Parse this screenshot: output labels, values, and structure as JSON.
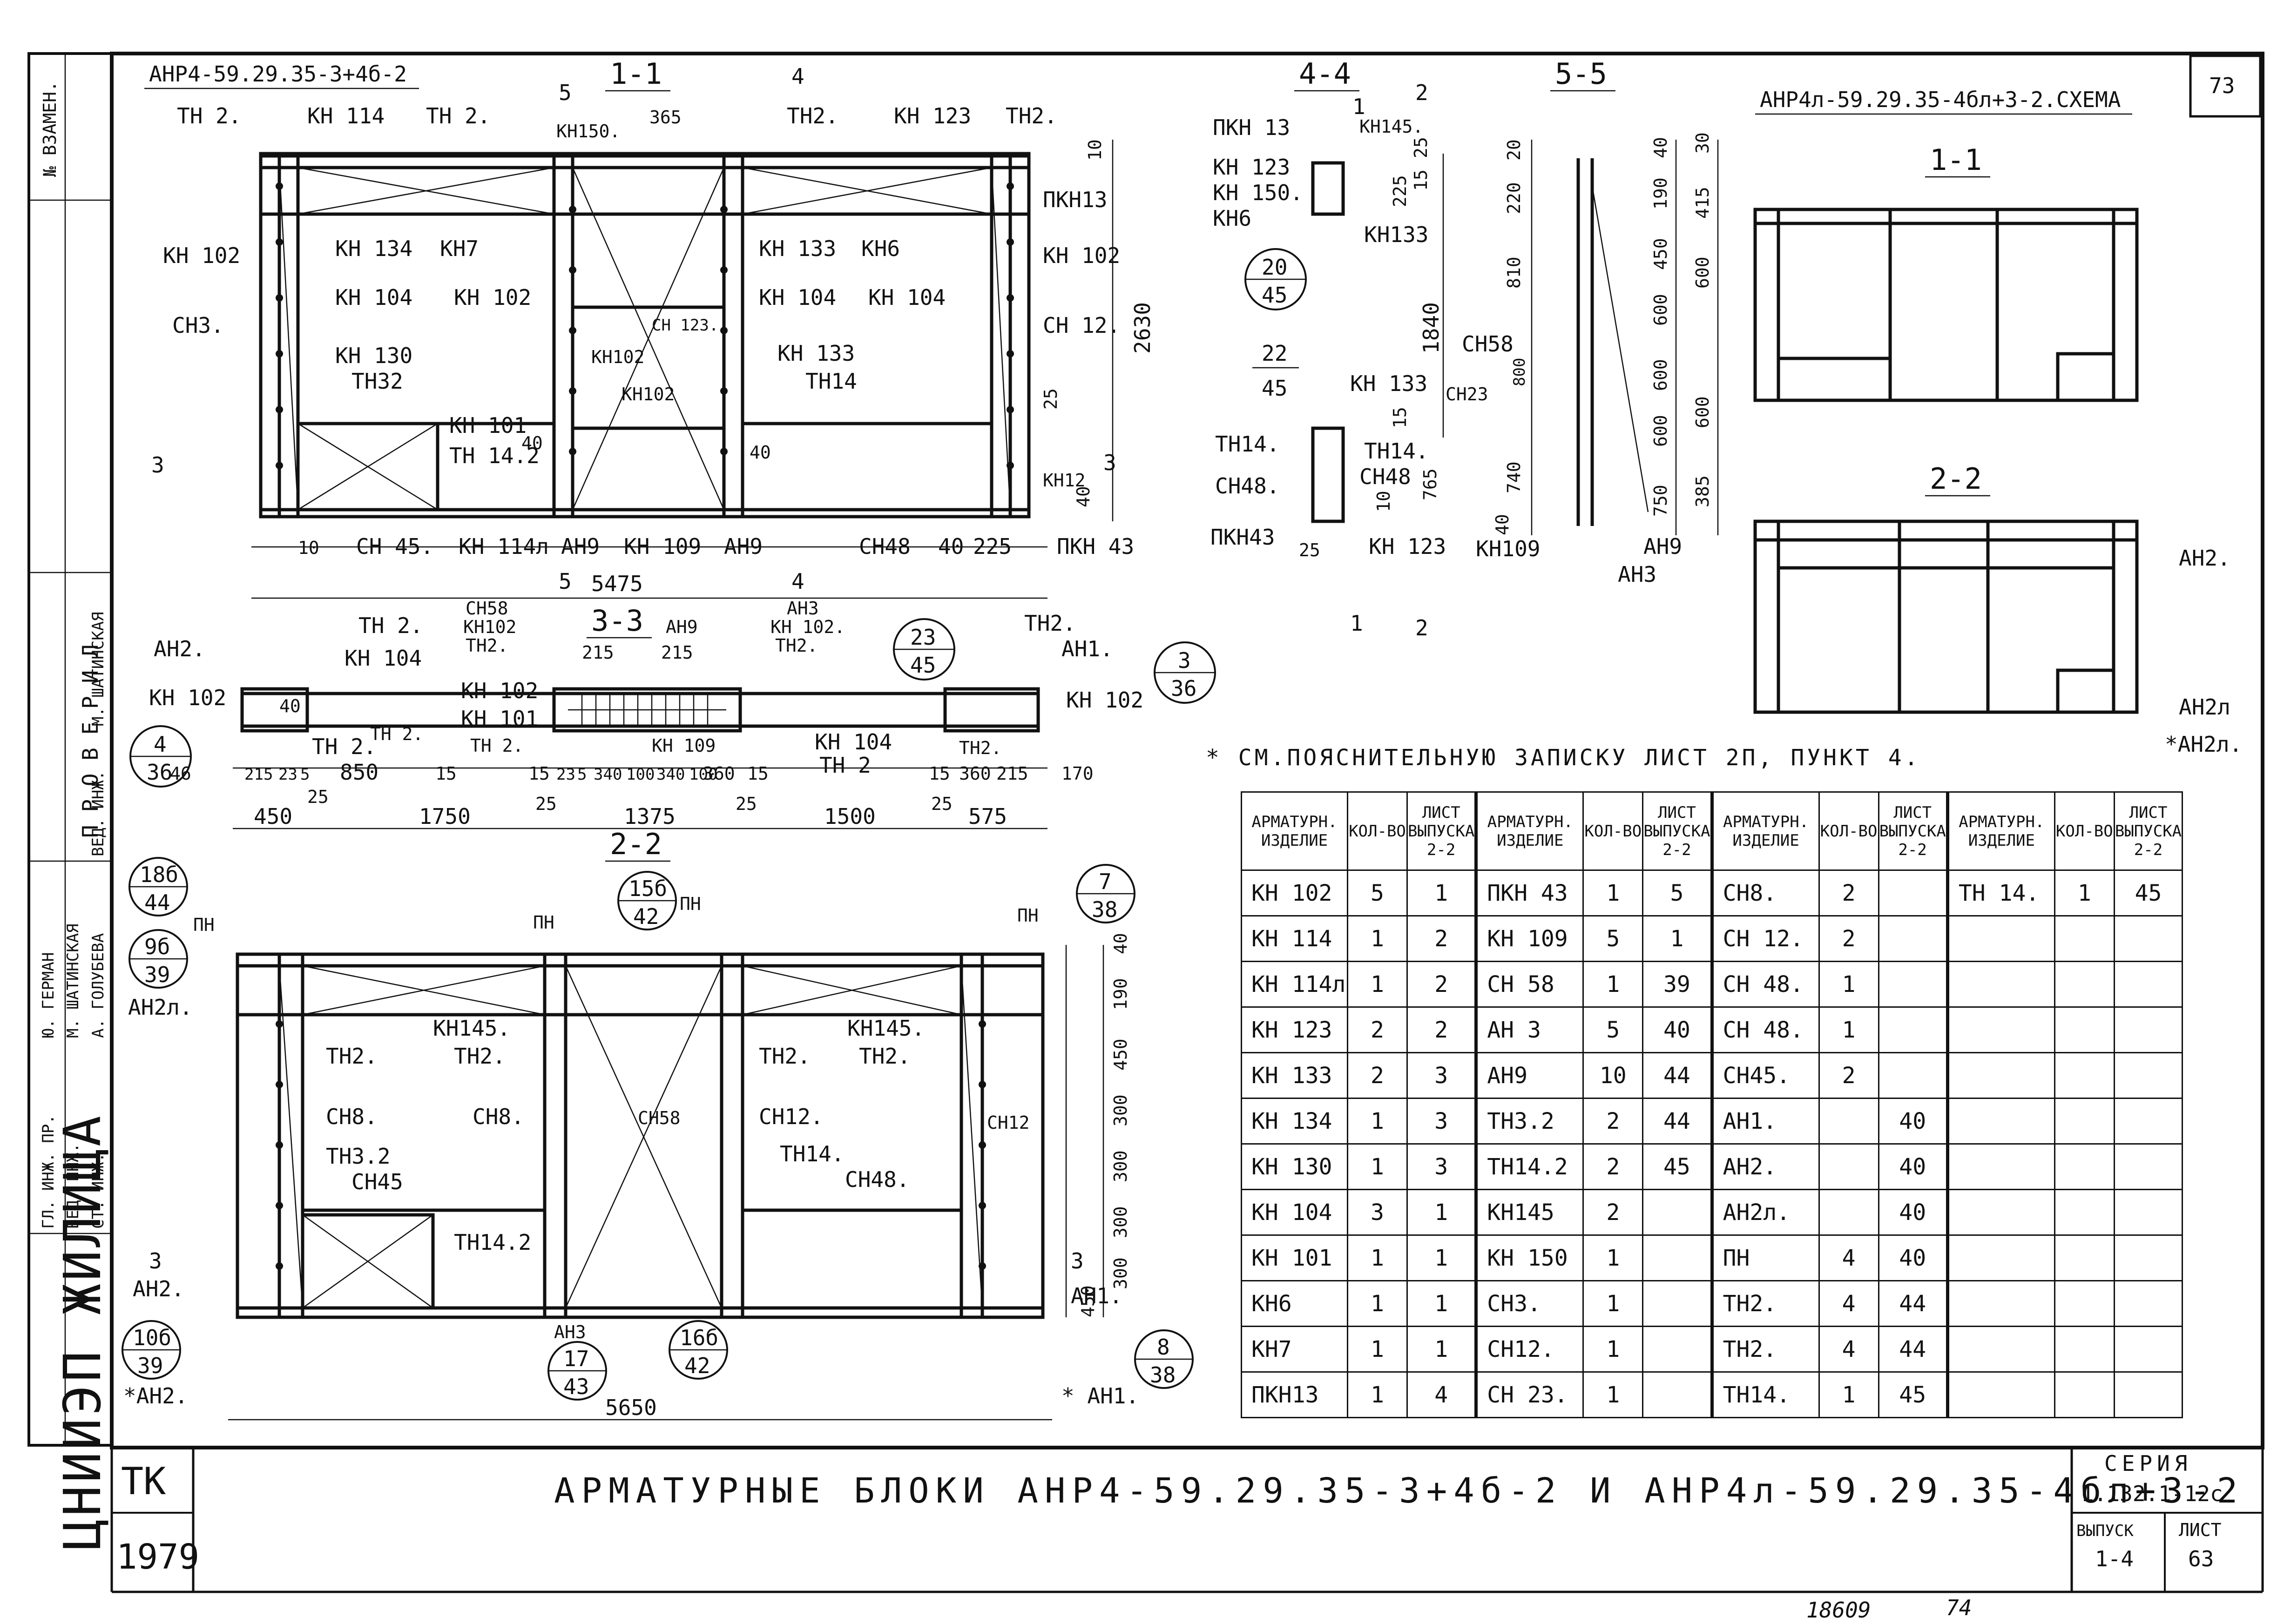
{
  "drawing": {
    "block_name_main": "АНР4-59.29.35-3+4б-2",
    "block_name_scheme": "АНР4л-59.29.35-4бл+3-2.СХЕМА",
    "sheet_number_top": "73",
    "note": "* СМ.ПОЯСНИТЕЛЬНУЮ ЗАПИСКУ ЛИСТ 2П, ПУНКТ 4.",
    "sections": {
      "s11": "1-1",
      "s22": "2-2",
      "s33": "3-3",
      "s44": "4-4",
      "s55": "5-5",
      "s11_right": "1-1",
      "s22_right": "2-2"
    },
    "section_marks": {
      "m4": "4",
      "m5": "5",
      "m3": "3",
      "m1": "1",
      "m2": "2"
    }
  },
  "elevation_1_1": {
    "labels": [
      "ТН 2.",
      "КН 114",
      "ТН 2.",
      "КН150.",
      "365",
      "ТН2.",
      "КН 123",
      "ТН2.",
      "10",
      "ПКН13",
      "КН 134",
      "КН7",
      "КН 133",
      "КН6",
      "КН 102",
      "КН 102",
      "КН 104",
      "КН 102",
      "КН 104",
      "КН 104",
      "СН3.",
      "СН 12.",
      "КН 130",
      "КН102",
      "СН 123.",
      "КН 133",
      "ТН32",
      "КН102",
      "ТН14",
      "КН 101",
      "ТН 14.2",
      "40",
      "40",
      "25",
      "КН12",
      "3",
      "3",
      "40",
      "СН 45.",
      "КН 114л",
      "АН9",
      "КН 109",
      "АН9",
      "СН48",
      "40",
      "225",
      "ПКН 43",
      "5",
      "5",
      "4",
      "4",
      "10"
    ],
    "dims": {
      "width": "5475",
      "height": "2630"
    }
  },
  "plan_3_3": {
    "labels": [
      "СН58",
      "КН102",
      "ТН2.",
      "АН3",
      "КН 102.",
      "ТН2.",
      "АН2.",
      "ТН 2.",
      "КН 104",
      "ТН 2.",
      "215",
      "АН9",
      "215",
      "ТН2.",
      "АН1.",
      "КН 102",
      "КН 102",
      "КН 101",
      "ТН 2.",
      "КН 109",
      "КН 104",
      "ТН 2",
      "КН 102",
      "40",
      "ТН 2.",
      "ТН2."
    ],
    "dims_small": [
      "46",
      "215",
      "23",
      "5",
      "850",
      "15",
      "15",
      "23",
      "5",
      "340",
      "100",
      "340",
      "100",
      "360",
      "15",
      "15",
      "360",
      "215",
      "170"
    ],
    "dims_main": [
      "450",
      "1750",
      "1375",
      "1500",
      "575"
    ],
    "dims_25": [
      "25",
      "25",
      "25",
      "25"
    ],
    "bubbles": [
      {
        "top": "23",
        "bottom": "45"
      },
      {
        "top": "3",
        "bottom": "36"
      },
      {
        "top": "4",
        "bottom": "36"
      }
    ]
  },
  "section_4_4": {
    "labels": [
      "ПКН 13",
      "КН145.",
      "КН 123",
      "КН 150.",
      "КН6",
      "КН133",
      "225",
      "15",
      "25",
      "КН 133",
      "ТН14.",
      "ТН14.",
      "СН48.",
      "СН48",
      "ПКН43",
      "КН 123",
      "15",
      "10",
      "765",
      "25",
      "1840"
    ],
    "bubbles": [
      {
        "top": "20",
        "bottom": "45"
      },
      {
        "top": "22",
        "bottom": "45"
      }
    ]
  },
  "section_5_5": {
    "labels": [
      "20",
      "220",
      "810",
      "800",
      "740",
      "40",
      "СН58",
      "СН23",
      "КН109",
      "40",
      "450",
      "600",
      "600",
      "600",
      "750",
      "30",
      "415",
      "600",
      "600",
      "385",
      "190",
      "АН9",
      "АН3"
    ]
  },
  "scheme": {
    "labels": [
      "АН2.",
      "АН2л",
      "*АН2л."
    ]
  },
  "elevation_2_2": {
    "labels": [
      "ПН",
      "ПН",
      "ПН",
      "ПН",
      "АН2л.",
      "КН145.",
      "КН145.",
      "ТН2.",
      "ТН2.",
      "ТН2.",
      "ТН2.",
      "СН8.",
      "СН8.",
      "СН58",
      "СН12.",
      "СН12",
      "ТН3.2",
      "СН45",
      "ТН14.",
      "СН48.",
      "ТН14.2",
      "АН2.",
      "АН1.",
      "АН3",
      "*АН2.",
      "* АН1.",
      "3",
      "3",
      "40",
      "190",
      "450",
      "300",
      "300",
      "300",
      "300",
      "450"
    ],
    "dims": {
      "width": "5650"
    },
    "bubbles": [
      {
        "top": "18б",
        "bottom": "44"
      },
      {
        "top": "9б",
        "bottom": "39"
      },
      {
        "top": "15б",
        "bottom": "42"
      },
      {
        "top": "7",
        "bottom": "38"
      },
      {
        "top": "10б",
        "bottom": "39"
      },
      {
        "top": "17",
        "bottom": "43"
      },
      {
        "top": "16б",
        "bottom": "42"
      },
      {
        "top": "8",
        "bottom": "38"
      }
    ]
  },
  "table": {
    "headers": [
      "АРМАТУРН. ИЗДЕЛИЕ",
      "КОЛ-ВО",
      "ЛИСТ ВЫПУСКА 2-2"
    ],
    "rows": [
      [
        "КН 102",
        "5",
        "1",
        "ПКН 43",
        "1",
        "5",
        "СН8.",
        "2",
        "",
        "ТН 14.",
        "1",
        "45"
      ],
      [
        "КН 114",
        "1",
        "2",
        "КН 109",
        "5",
        "1",
        "СН 12.",
        "2",
        "",
        "",
        "",
        ""
      ],
      [
        "КН 114л",
        "1",
        "2",
        "СН 58",
        "1",
        "39",
        "СН 48.",
        "1",
        "",
        "",
        "",
        ""
      ],
      [
        "КН 123",
        "2",
        "2",
        "АН 3",
        "5",
        "40",
        "СН 48.",
        "1",
        "",
        "",
        "",
        ""
      ],
      [
        "КН 133",
        "2",
        "3",
        "АН9",
        "10",
        "44",
        "СН45.",
        "2",
        "",
        "",
        "",
        ""
      ],
      [
        "КН 134",
        "1",
        "3",
        "ТН3.2",
        "2",
        "44",
        "АН1.",
        "",
        "40",
        "",
        "",
        ""
      ],
      [
        "КН 130",
        "1",
        "3",
        "ТН14.2",
        "2",
        "45",
        "АН2.",
        "",
        "40",
        "",
        "",
        ""
      ],
      [
        "КН 104",
        "3",
        "1",
        "КН145",
        "2",
        "",
        "АН2л.",
        "",
        "40",
        "",
        "",
        ""
      ],
      [
        "КН 101",
        "1",
        "1",
        "КН 150",
        "1",
        "",
        "ПН",
        "4",
        "40",
        "",
        "",
        ""
      ],
      [
        "КН6",
        "1",
        "1",
        "СН3.",
        "1",
        "",
        "ТН2.",
        "4",
        "44",
        "",
        "",
        ""
      ],
      [
        "КН7",
        "1",
        "1",
        "СН12.",
        "1",
        "",
        "ТН2.",
        "4",
        "44",
        "",
        "",
        ""
      ],
      [
        "ПКН13",
        "1",
        "4",
        "СН 23.",
        "1",
        "",
        "ТН14.",
        "1",
        "45",
        "",
        "",
        ""
      ]
    ]
  },
  "title_block": {
    "org": "ЦНИИЭП ЖИЛИЩА",
    "tk": "ТК",
    "year": "1979",
    "title": "АРМАТУРНЫЕ БЛОКИ АНР4-59.29.35-3+4б-2 И АНР4л-59.29.35-4бл+3-2",
    "series_label": "СЕРИЯ",
    "series_value": "1.132.1-12с",
    "issue_label": "ВЫПУСК",
    "issue_value": "1-4",
    "sheet_label": "ЛИСТ",
    "sheet_value": "63",
    "stamp_number": "18609",
    "stamp_page": "74",
    "left_strip": {
      "vzamen": "№ ВЗАМЕН.",
      "proveril": "П Р О В Е Р И Л",
      "roles": [
        "ГЛ. ИНЖ. ПР.",
        "ВЕД. ИНЖ.",
        "СТ. ИНЖ."
      ],
      "names1": [
        "Ю. ГЕРМАН",
        "М. ШАТИНСКАЯ",
        "А. ГОЛУБЕВА"
      ],
      "roles2": [
        "ВЕД. ИНЖ."
      ],
      "names2": [
        "М. ШАТИНСКАЯ"
      ]
    }
  }
}
